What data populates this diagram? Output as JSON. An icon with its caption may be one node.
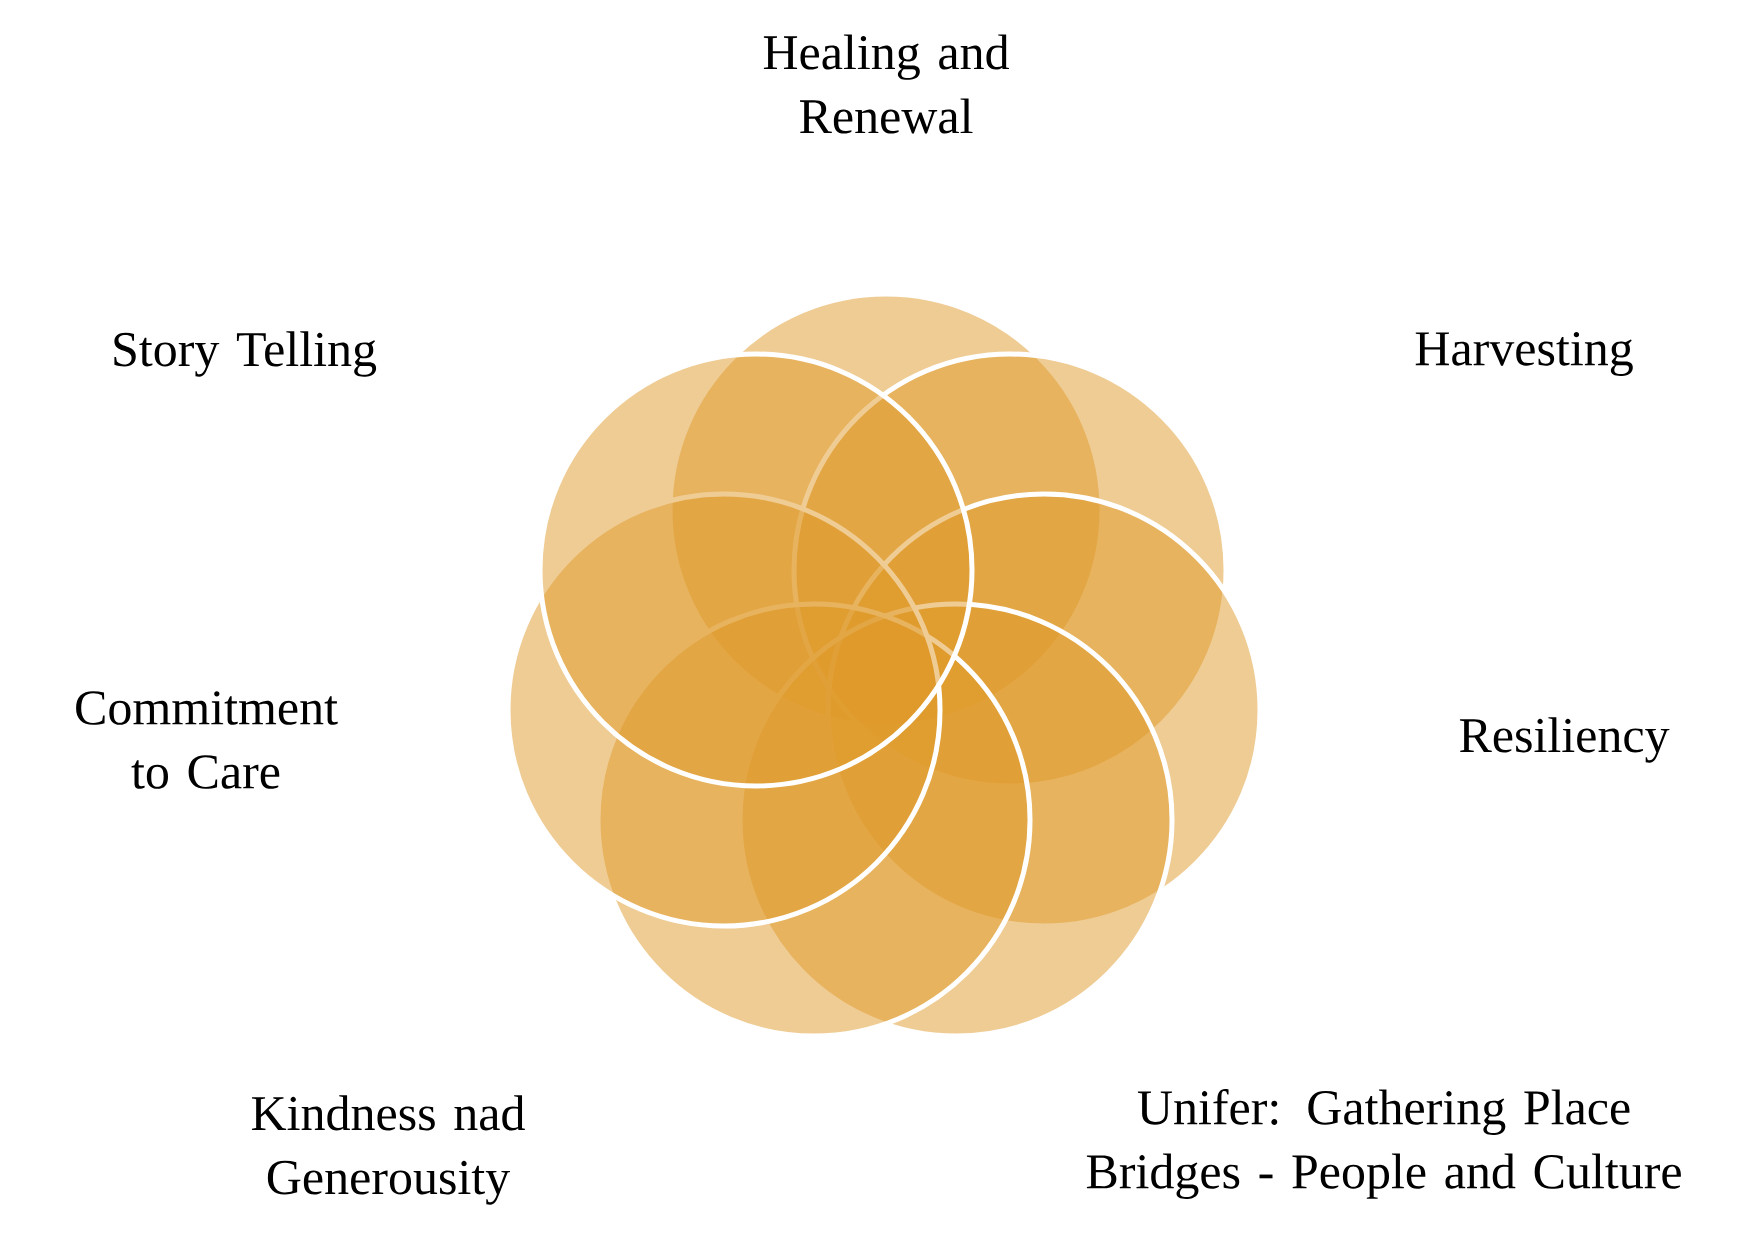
{
  "diagram": {
    "nodes": [
      {
        "text": [],
        "shape": "circle",
        "beside": [
          "Healing and Renewal"
        ]
      },
      {
        "text": [],
        "shape": "circle",
        "beside": [
          "Harvesting"
        ]
      },
      {
        "text": [],
        "shape": "circle",
        "beside": [
          "Resiliency"
        ]
      },
      {
        "text": [],
        "shape": "circle",
        "beside": [
          "Unifer: Gathering Place Bridges - People and Culture"
        ]
      },
      {
        "text": [],
        "shape": "circle",
        "beside": [
          "Kindness nad Generousity"
        ]
      },
      {
        "text": [],
        "shape": "circle",
        "beside": [
          "Commitment to Care"
        ]
      },
      {
        "text": [],
        "shape": "circle",
        "beside": [
          "Story Telling"
        ]
      }
    ]
  }
}
